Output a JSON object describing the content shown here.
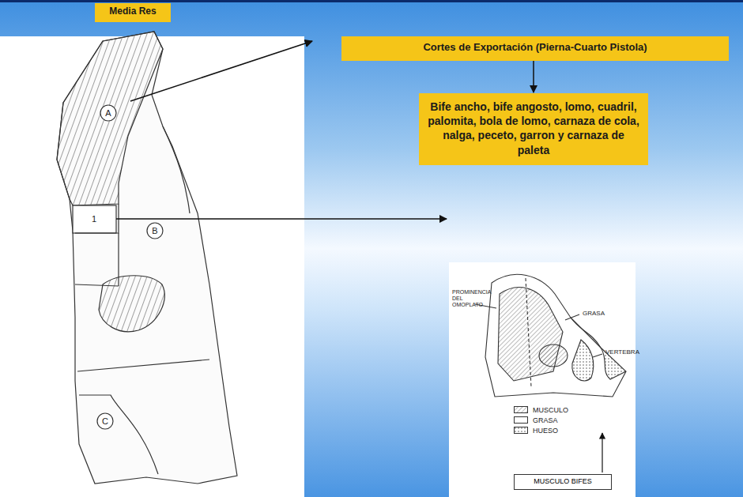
{
  "diagram": {
    "nodes": [
      {
        "text": [
          "Media Res"
        ]
      },
      {
        "text": [
          "Cortes de Exportación (Pierna-Cuarto Pistola)"
        ]
      },
      {
        "text": [
          "Bife ancho, bife angosto, lomo, cuadril, palomita, bola de lomo, carnaza de cola, nalga, peceto, garron y carnaza de paleta"
        ]
      },
      {
        "text": [
          "MUSCULO BIFES"
        ]
      }
    ],
    "edges": [
      {
        "from": 1,
        "to": 2,
        "arrow": "to"
      }
    ],
    "labels": [
      "A",
      "B",
      "1",
      "C",
      "PROMINENCIA DEL OMOPLATO",
      "GRASA",
      "VERTEBRA"
    ],
    "legend": [
      {
        "text": "MUSCULO"
      },
      {
        "text": "GRASA"
      },
      {
        "text": "HUESO"
      }
    ]
  }
}
